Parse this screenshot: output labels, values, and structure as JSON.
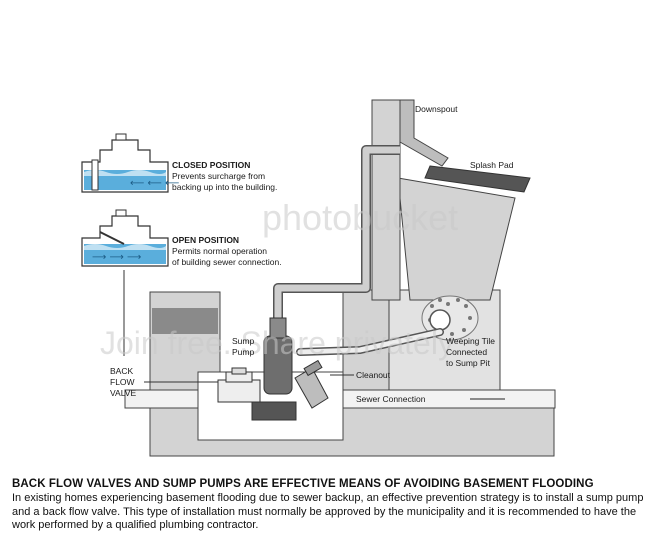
{
  "labels": {
    "downspout": "Downspout",
    "splash_pad": "Splash Pad",
    "closed_position_title": "CLOSED POSITION",
    "closed_position_line1": "Prevents surcharge from",
    "closed_position_line2": "backing up into the building.",
    "open_position_title": "OPEN POSITION",
    "open_position_line1": "Permits normal operation",
    "open_position_line2": "of building sewer connection.",
    "sump_pump_line1": "Sump",
    "sump_pump_line2": "Pump",
    "back_flow_line1": "BACK",
    "back_flow_line2": "FLOW",
    "back_flow_line3": "VALVE",
    "weeping_line1": "Weeping Tile",
    "weeping_line2": "Connected",
    "weeping_line3": "to Sump Pit",
    "cleanout": "Cleanout",
    "sewer_connection": "Sewer Connection"
  },
  "watermark": {
    "text1": "photobucket",
    "text2": "Join free. Share privately."
  },
  "caption": {
    "title": "BACK FLOW VALVES AND SUMP PUMPS ARE EFFECTIVE MEANS OF AVOIDING BASEMENT FLOODING",
    "body": "In existing homes experiencing basement flooding due to sewer backup, an effective prevention strategy is to install a sump pump and a back flow valve. This type of installation must normally be approved by the municipality and it is recommended to have the work performed by a qualified plumbing contractor."
  },
  "colors": {
    "water": "#5aaedc",
    "water_light": "#bfe0f2",
    "wall_gray": "#d3d3d3",
    "dark_gray": "#6e6e6e",
    "pipe_gray": "#a9a9a9"
  }
}
